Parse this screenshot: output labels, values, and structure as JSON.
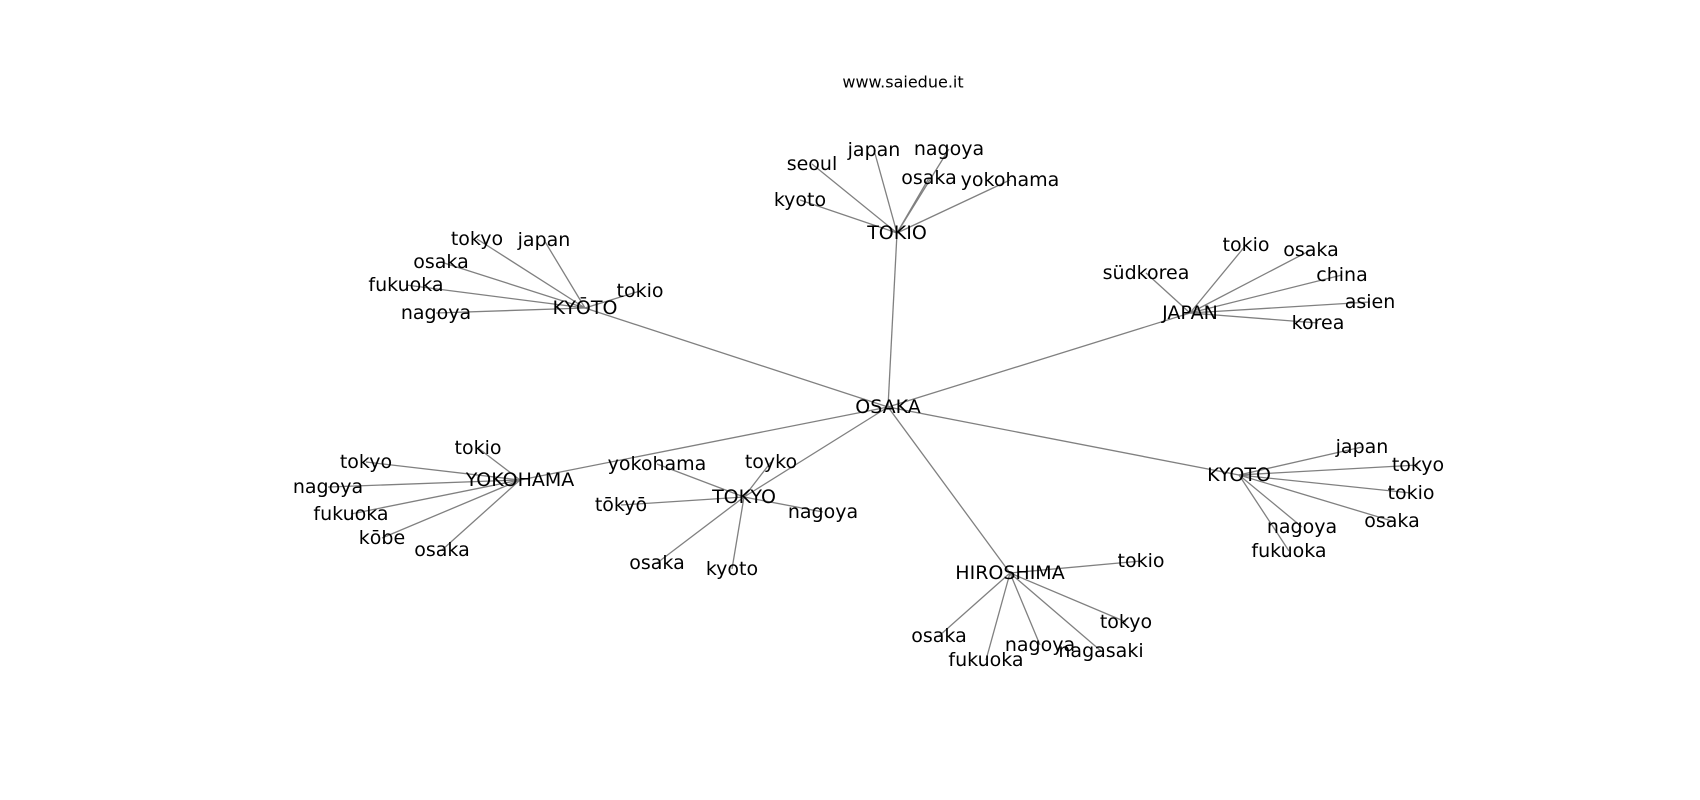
{
  "title": "www.saiedue.it",
  "colors": {
    "edge": "#808080",
    "text": "#000000",
    "background": "#ffffff"
  },
  "root": "OSAKA",
  "hubs": [
    {
      "id": "TOKIO",
      "label": "TOKIO",
      "children": [
        "seoul",
        "japan",
        "nagoya",
        "osaka",
        "yokohama",
        "kyoto"
      ]
    },
    {
      "id": "KYŌTO",
      "label": "KYŌTO",
      "children": [
        "tokyo",
        "japan",
        "osaka",
        "fukuoka",
        "tokio",
        "nagoya"
      ]
    },
    {
      "id": "JAPAN",
      "label": "JAPAN",
      "children": [
        "südkorea",
        "tokio",
        "osaka",
        "china",
        "asien",
        "korea"
      ]
    },
    {
      "id": "YOKOHAMA",
      "label": "YOKOHAMA",
      "children": [
        "tokio",
        "tokyo",
        "nagoya",
        "fukuoka",
        "kōbe",
        "osaka"
      ]
    },
    {
      "id": "TOKYO",
      "label": "TOKYO",
      "children": [
        "yokohama",
        "toyko",
        "tōkyō",
        "nagoya",
        "osaka",
        "kyoto"
      ]
    },
    {
      "id": "KYOTO",
      "label": "KYOTO",
      "children": [
        "japan",
        "tokyo",
        "tokio",
        "osaka",
        "nagoya",
        "fukuoka"
      ]
    },
    {
      "id": "HIROSHIMA",
      "label": "HIROSHIMA",
      "children": [
        "tokio",
        "tokyo",
        "osaka",
        "nagoya",
        "nagasaki",
        "fukuoka"
      ]
    }
  ]
}
